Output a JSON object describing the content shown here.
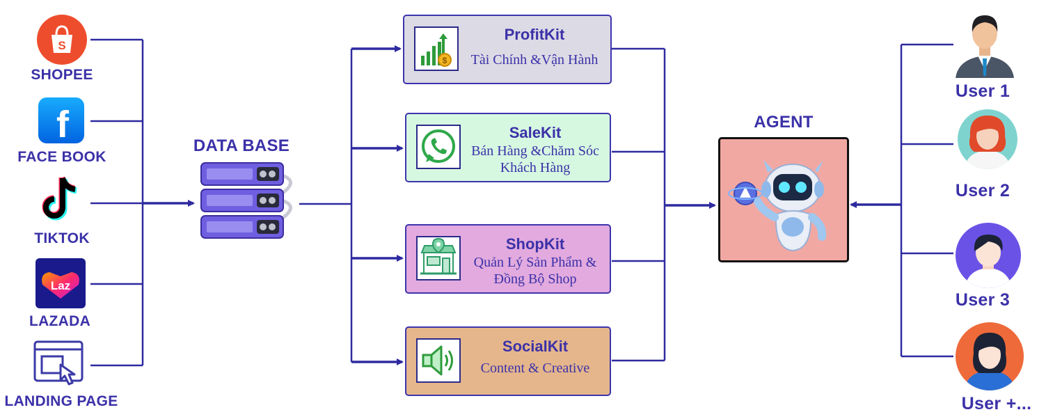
{
  "sources": [
    {
      "label": "SHOPEE",
      "icon": "shopee-icon"
    },
    {
      "label": "FACE BOOK",
      "icon": "facebook-icon"
    },
    {
      "label": "TIKTOK",
      "icon": "tiktok-icon"
    },
    {
      "label": "LAZADA",
      "icon": "lazada-icon"
    },
    {
      "label": "LANDING PAGE",
      "icon": "landing-page-icon"
    }
  ],
  "source_glyphs": {
    "shopee": "S",
    "facebook": "f",
    "lazada": "Laz"
  },
  "database": {
    "label": "DATA BASE",
    "icon": "database-server-icon"
  },
  "kits": [
    {
      "title": "ProfitKit",
      "subtitle_lines": [
        "Tài Chính &Vận Hành"
      ],
      "icon": "chart-growth-icon",
      "fill": "#dcdae4"
    },
    {
      "title": "SaleKit",
      "subtitle_lines": [
        "Bán Hàng &Chăm Sóc",
        "Khách Hàng"
      ],
      "icon": "whatsapp-icon",
      "fill": "#d6f8e1"
    },
    {
      "title": "ShopKit",
      "subtitle_lines": [
        "Quản Lý Sản Phẩm &",
        "Đồng Bộ Shop"
      ],
      "icon": "store-icon",
      "fill": "#e2aade"
    },
    {
      "title": "SocialKit",
      "subtitle_lines": [
        "Content & Creative"
      ],
      "icon": "speaker-icon",
      "fill": "#e5b68c"
    }
  ],
  "agent": {
    "label": "AGENT",
    "icon": "robot-icon",
    "fill": "#f2a8a2"
  },
  "users": [
    {
      "label": "User 1",
      "icon": "businessman-avatar-icon"
    },
    {
      "label": "User 2",
      "icon": "woman-avatar-icon"
    },
    {
      "label": "User 3",
      "icon": "man-avatar-icon"
    },
    {
      "label": "User +...",
      "icon": "woman-avatar-icon"
    }
  ],
  "colors": {
    "line": "#2e2aa0",
    "label": "#3b31a8",
    "shopee": "#ee4d2d",
    "facebook": "#1877f2",
    "lazada": "#1a1a8c",
    "database": "#6b5bd6"
  }
}
